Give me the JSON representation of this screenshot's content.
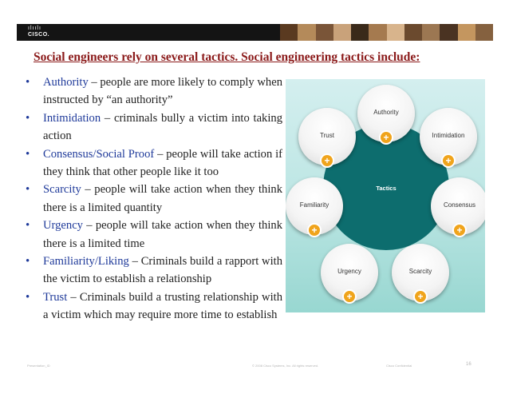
{
  "header": {
    "logo_text": "CISCO.",
    "logo_bars": "ılıılı",
    "photo_colors": [
      "#5a3a20",
      "#b48a5a",
      "#7a5538",
      "#c9a27a",
      "#3a2a1a",
      "#a57a4f",
      "#d8b48c",
      "#6b4a2e",
      "#9c7752",
      "#4a3322",
      "#c4965f",
      "#85613f"
    ]
  },
  "slide": {
    "title": "Social engineers rely on several tactics. Social engineering tactics include:",
    "bullets": [
      {
        "term": "Authority",
        "text": " – people are more likely to comply when instructed by “an authority”"
      },
      {
        "term": "Intimidation",
        "text": " – criminals bully a victim into taking action"
      },
      {
        "term": "Consensus/Social Proof",
        "text": " – people will take action if they think that other people like it too"
      },
      {
        "term": "Scarcity",
        "text": " – people will take action when they think there is a limited quantity"
      },
      {
        "term": "Urgency",
        "text": " – people will take action when they think there is a limited time"
      },
      {
        "term": "Familiarity/Liking",
        "text": " – Criminals build a rapport with the victim to establish a relationship"
      },
      {
        "term": "Trust",
        "text": " – Criminals build a trusting relationship with a victim which may require more time to establish"
      }
    ]
  },
  "diagram": {
    "center": "Tactics",
    "nodes": [
      "Authority",
      "Intimidation",
      "Consensus",
      "Scarcity",
      "Urgency",
      "Familiarity",
      "Trust"
    ],
    "plus_symbol": "+"
  },
  "footer": {
    "left": "Presentation_ID",
    "center": "© 2008 Cisco Systems, Inc. All rights reserved.",
    "right": "Cisco Confidential",
    "page": "16"
  }
}
